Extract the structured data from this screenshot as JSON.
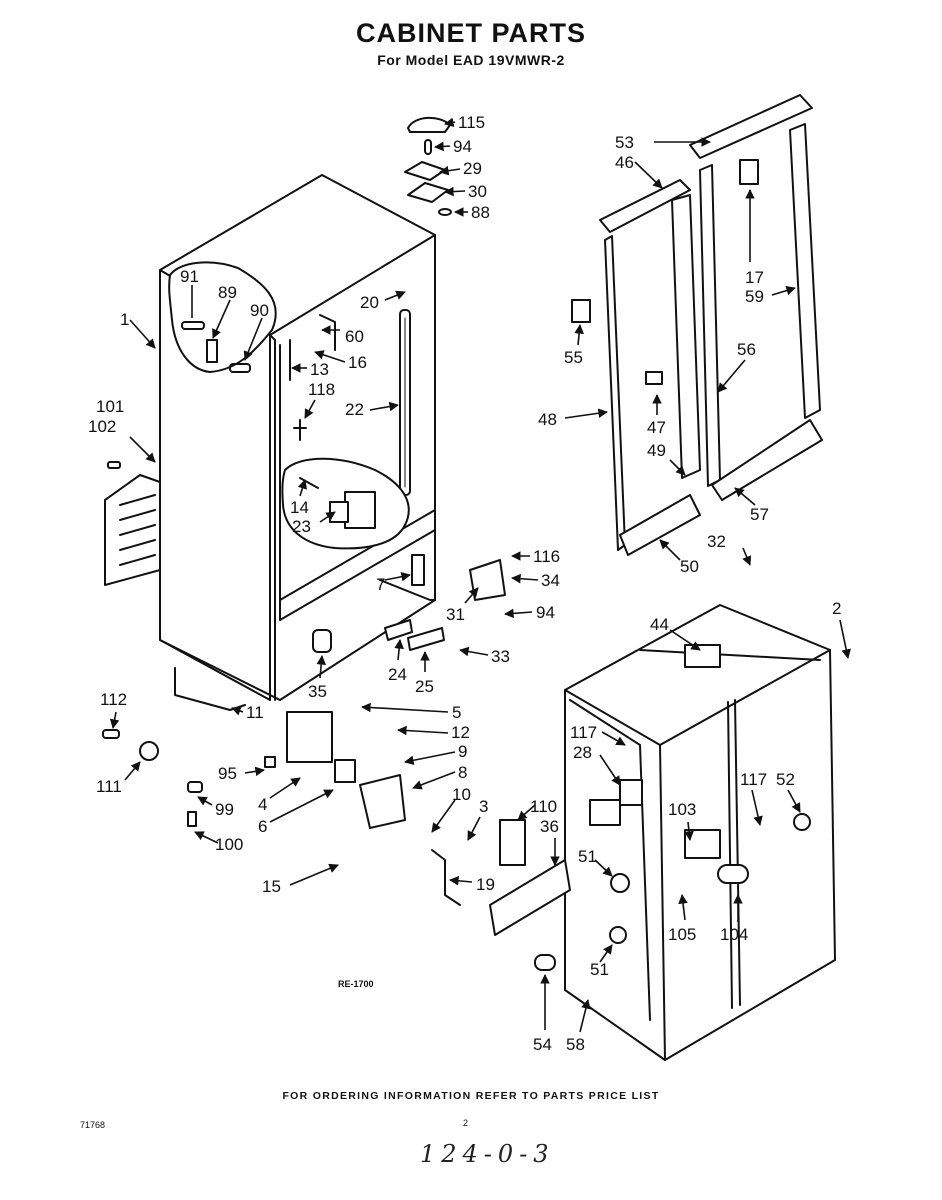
{
  "header": {
    "title": "CABINET PARTS",
    "subtitle": "For Model EAD 19VMWR-2"
  },
  "diagram_ref": "RE-1700",
  "footer": {
    "ordering_note": "FOR ORDERING INFORMATION REFER TO PARTS PRICE LIST",
    "doc_number": "71768",
    "page_number": "2",
    "handwritten_note": "124-0-3"
  },
  "callouts": [
    {
      "id": "c115",
      "text": "115"
    },
    {
      "id": "c94a",
      "text": "94"
    },
    {
      "id": "c29",
      "text": "29"
    },
    {
      "id": "c30",
      "text": "30"
    },
    {
      "id": "c88",
      "text": "88"
    },
    {
      "id": "c1",
      "text": "1"
    },
    {
      "id": "c91",
      "text": "91"
    },
    {
      "id": "c89",
      "text": "89"
    },
    {
      "id": "c90",
      "text": "90"
    },
    {
      "id": "c20",
      "text": "20"
    },
    {
      "id": "c60",
      "text": "60"
    },
    {
      "id": "c16",
      "text": "16"
    },
    {
      "id": "c13",
      "text": "13"
    },
    {
      "id": "c118",
      "text": "118"
    },
    {
      "id": "c22",
      "text": "22"
    },
    {
      "id": "c101",
      "text": "101"
    },
    {
      "id": "c102",
      "text": "102"
    },
    {
      "id": "c14",
      "text": "14"
    },
    {
      "id": "c23",
      "text": "23"
    },
    {
      "id": "c7",
      "text": "7"
    },
    {
      "id": "c116",
      "text": "116"
    },
    {
      "id": "c34",
      "text": "34"
    },
    {
      "id": "c31",
      "text": "31"
    },
    {
      "id": "c94b",
      "text": "94"
    },
    {
      "id": "c33",
      "text": "33"
    },
    {
      "id": "c24",
      "text": "24"
    },
    {
      "id": "c25",
      "text": "25"
    },
    {
      "id": "c35",
      "text": "35"
    },
    {
      "id": "c11",
      "text": "11"
    },
    {
      "id": "c112",
      "text": "112"
    },
    {
      "id": "c111",
      "text": "111"
    },
    {
      "id": "c5",
      "text": "5"
    },
    {
      "id": "c12",
      "text": "12"
    },
    {
      "id": "c9",
      "text": "9"
    },
    {
      "id": "c8",
      "text": "8"
    },
    {
      "id": "c95",
      "text": "95"
    },
    {
      "id": "c4",
      "text": "4"
    },
    {
      "id": "c6",
      "text": "6"
    },
    {
      "id": "c99",
      "text": "99"
    },
    {
      "id": "c10",
      "text": "10"
    },
    {
      "id": "c3",
      "text": "3"
    },
    {
      "id": "c100",
      "text": "100"
    },
    {
      "id": "c15",
      "text": "15"
    },
    {
      "id": "c19",
      "text": "19"
    },
    {
      "id": "c53",
      "text": "53"
    },
    {
      "id": "c46",
      "text": "46"
    },
    {
      "id": "c17",
      "text": "17"
    },
    {
      "id": "c59",
      "text": "59"
    },
    {
      "id": "c55",
      "text": "55"
    },
    {
      "id": "c56",
      "text": "56"
    },
    {
      "id": "c48",
      "text": "48"
    },
    {
      "id": "c47",
      "text": "47"
    },
    {
      "id": "c49",
      "text": "49"
    },
    {
      "id": "c57",
      "text": "57"
    },
    {
      "id": "c32",
      "text": "32"
    },
    {
      "id": "c50",
      "text": "50"
    },
    {
      "id": "c2",
      "text": "2"
    },
    {
      "id": "c44",
      "text": "44"
    },
    {
      "id": "c117a",
      "text": "117"
    },
    {
      "id": "c28",
      "text": "28"
    },
    {
      "id": "c117b",
      "text": "117"
    },
    {
      "id": "c52",
      "text": "52"
    },
    {
      "id": "c110",
      "text": "110"
    },
    {
      "id": "c36",
      "text": "36"
    },
    {
      "id": "c103",
      "text": "103"
    },
    {
      "id": "c51a",
      "text": "51"
    },
    {
      "id": "c105",
      "text": "105"
    },
    {
      "id": "c104",
      "text": "104"
    },
    {
      "id": "c51b",
      "text": "51"
    },
    {
      "id": "c54",
      "text": "54"
    },
    {
      "id": "c58",
      "text": "58"
    }
  ]
}
